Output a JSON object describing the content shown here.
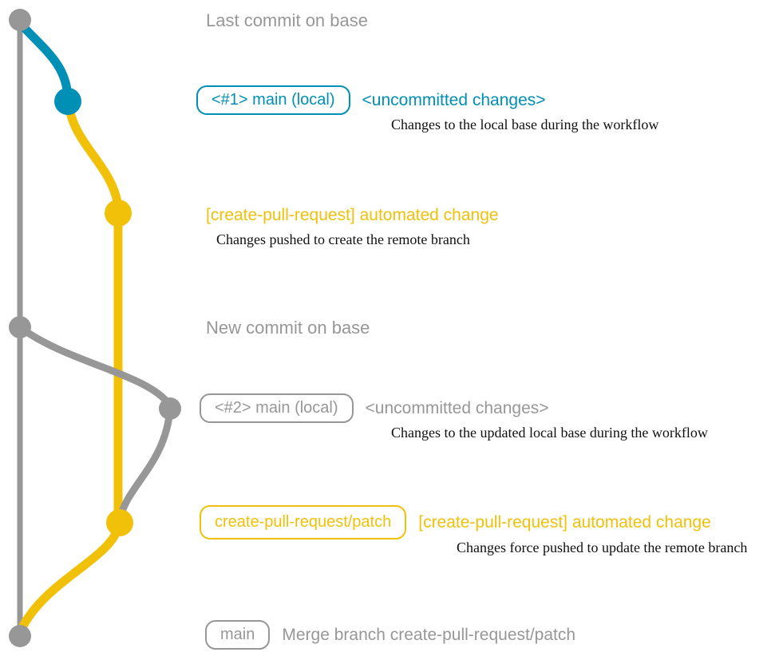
{
  "colors": {
    "gray": "#979797",
    "blue": "#008fb5",
    "yellow": "#f1c109",
    "ink": "#101010"
  },
  "labels": {
    "last_commit_on_base": "Last commit on base",
    "new_commit_on_base": "New commit on base"
  },
  "events": [
    {
      "branch_tag": "<#1> main (local)",
      "title": "<uncommitted changes>",
      "description": "Changes to the local base during the workflow"
    },
    {
      "title": "[create-pull-request] automated change",
      "description": "Changes pushed to create the remote branch"
    },
    {
      "branch_tag": "<#2> main (local)",
      "title": "<uncommitted changes>",
      "description": "Changes to the updated local base during the workflow"
    },
    {
      "branch_tag": "create-pull-request/patch",
      "title": "[create-pull-request] automated change",
      "description": "Changes force pushed to update the remote branch"
    },
    {
      "branch_tag": "main",
      "message": "Merge branch create-pull-request/patch"
    }
  ]
}
